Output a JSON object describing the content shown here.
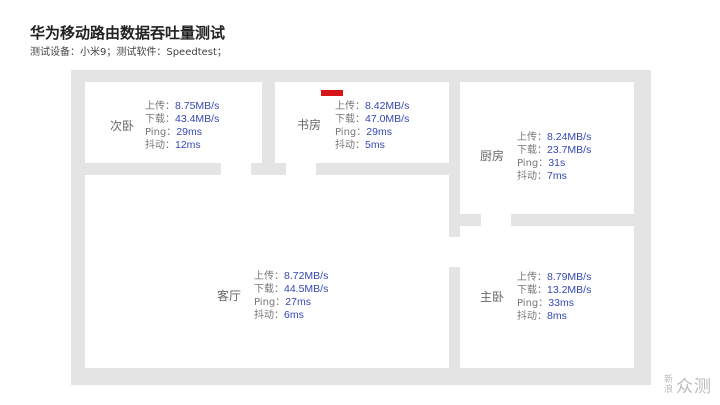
{
  "header": {
    "title": "华为移动路由数据吞吐量测试",
    "subtitle": "测试设备：小米9；测试软件：Speedtest；"
  },
  "labels": {
    "upload": "上传：",
    "download": "下载：",
    "ping": "Ping：",
    "jitter": "抖动："
  },
  "colors": {
    "value_text": "#3548b5",
    "wall": "#e4e4e4",
    "router_marker": "#d61518"
  },
  "rooms": [
    {
      "name": "次卧",
      "upload": "8.75MB/s",
      "download": "43.4MB/s",
      "ping": "29ms",
      "jitter": "12ms"
    },
    {
      "name": "书房",
      "upload": "8.42MB/s",
      "download": "47.0MB/s",
      "ping": "29ms",
      "jitter": "5ms"
    },
    {
      "name": "厨房",
      "upload": "8.24MB/s",
      "download": "23.7MB/s",
      "ping": "31s",
      "jitter": "7ms"
    },
    {
      "name": "客厅",
      "upload": "8.72MB/s",
      "download": "44.5MB/s",
      "ping": "27ms",
      "jitter": "6ms"
    },
    {
      "name": "主卧",
      "upload": "8.79MB/s",
      "download": "13.2MB/s",
      "ping": "33ms",
      "jitter": "8ms"
    }
  ],
  "watermark": {
    "small_top": "新",
    "small_bottom": "浪",
    "big": "众测"
  }
}
